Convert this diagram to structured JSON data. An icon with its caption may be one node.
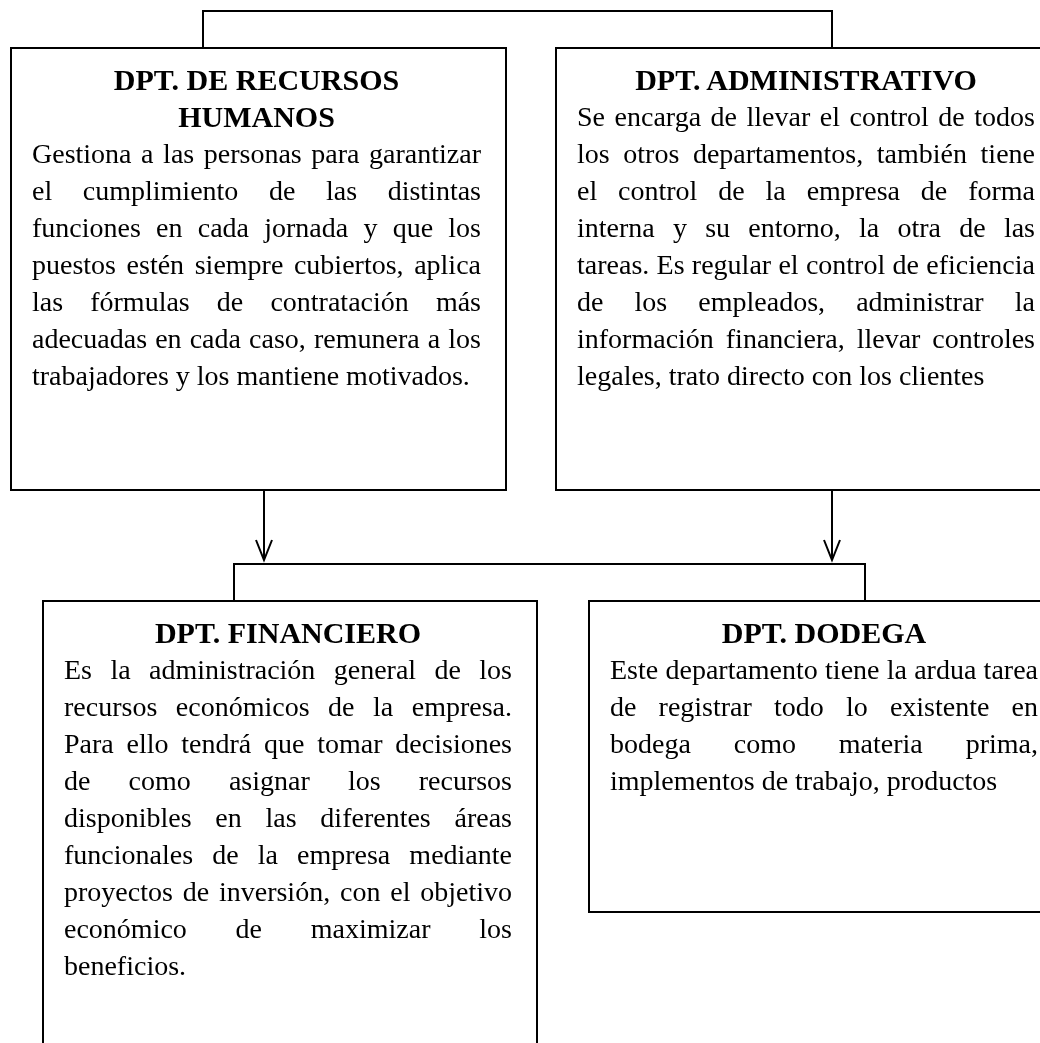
{
  "diagram": {
    "nodes": [
      {
        "text": [
          "DPT. DE RECURSOS HUMANOS",
          "Gestiona a las personas para garantizar el cumplimiento de las distintas funciones en cada jornada y que los puestos estén siempre cubiertos, aplica las fórmulas de contratación más adecuadas en cada caso, remunera a los trabajadores y los mantiene motivados."
        ]
      },
      {
        "text": [
          "DPT. ADMINISTRATIVO",
          "Se encarga de llevar el control de todos los otros departamentos, también tiene el control de la empresa de forma interna y su entorno, la otra de las tareas. Es regular el control de eficiencia de los empleados, administrar la información financiera, llevar controles legales, trato directo con los clientes"
        ]
      },
      {
        "text": [
          "DPT. FINANCIERO",
          "Es la administración general de los recursos económicos de la empresa. Para ello tendrá que tomar decisiones de como asignar los recursos disponibles en las diferentes áreas funcionales de la empresa mediante proyectos de inversión, con el objetivo económico de maximizar los beneficios."
        ]
      },
      {
        "text": [
          "DPT. DODEGA",
          "Este departamento tiene la ardua tarea de registrar todo lo existente en bodega como materia prima, implementos de trabajo, productos"
        ]
      }
    ],
    "edges": [
      {
        "from": 0,
        "to": 1,
        "arrow": "none"
      },
      {
        "from": 0,
        "to": null,
        "arrow": "to"
      },
      {
        "from": 1,
        "to": null,
        "arrow": "to"
      },
      {
        "from": 2,
        "to": 3,
        "arrow": "none"
      }
    ]
  }
}
